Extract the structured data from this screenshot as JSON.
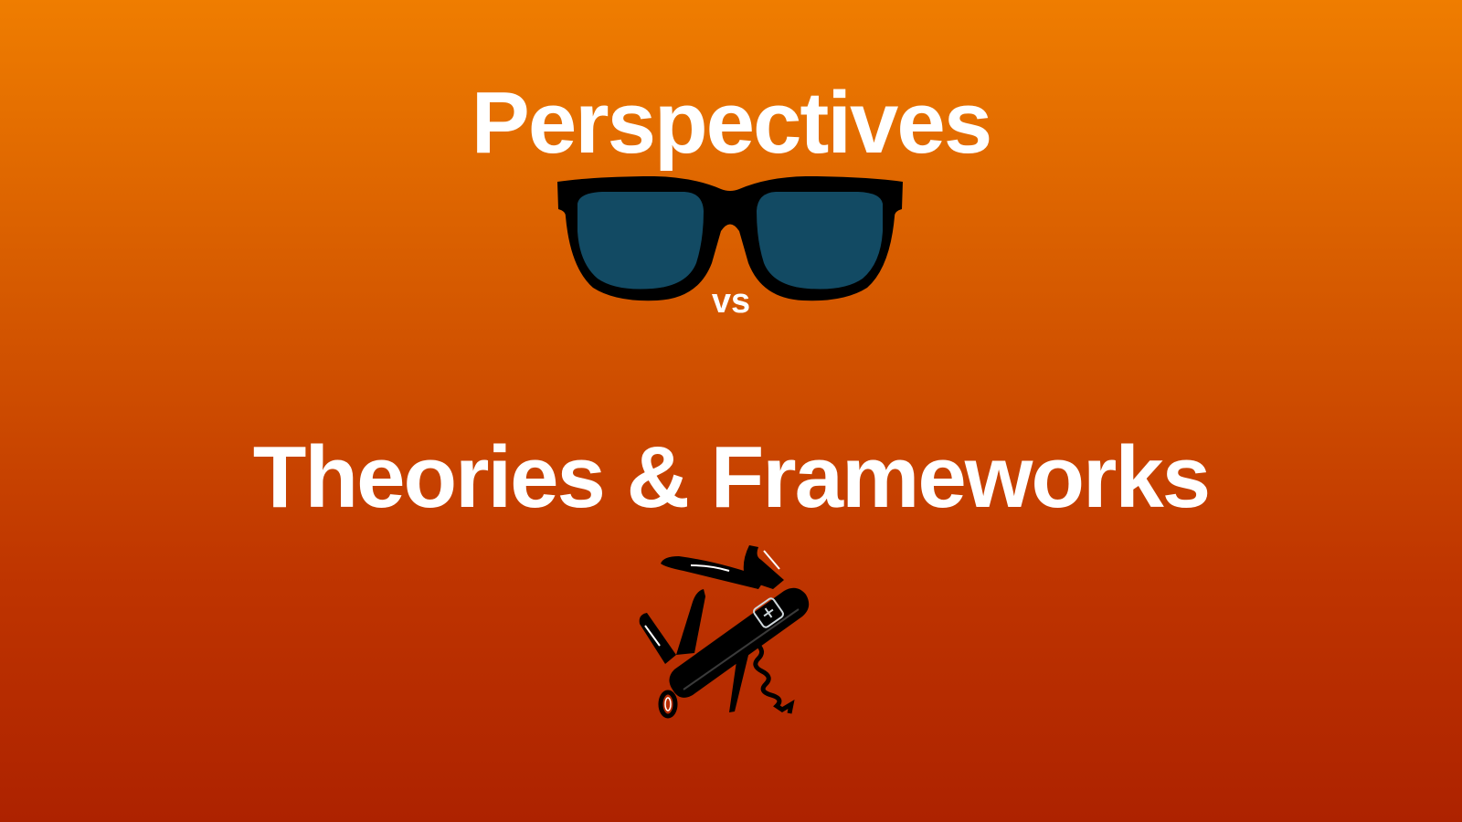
{
  "slide": {
    "title_top": "Perspectives",
    "vs": "vs",
    "title_bottom": "Theories & Frameworks"
  },
  "icons": {
    "top": "sunglasses-icon",
    "bottom": "swiss-army-knife-icon"
  },
  "colors": {
    "background_top": "#ef7d00",
    "background_bottom": "#ad2200",
    "text": "#ffffff",
    "lens": "#124a63",
    "frame": "#000000"
  }
}
